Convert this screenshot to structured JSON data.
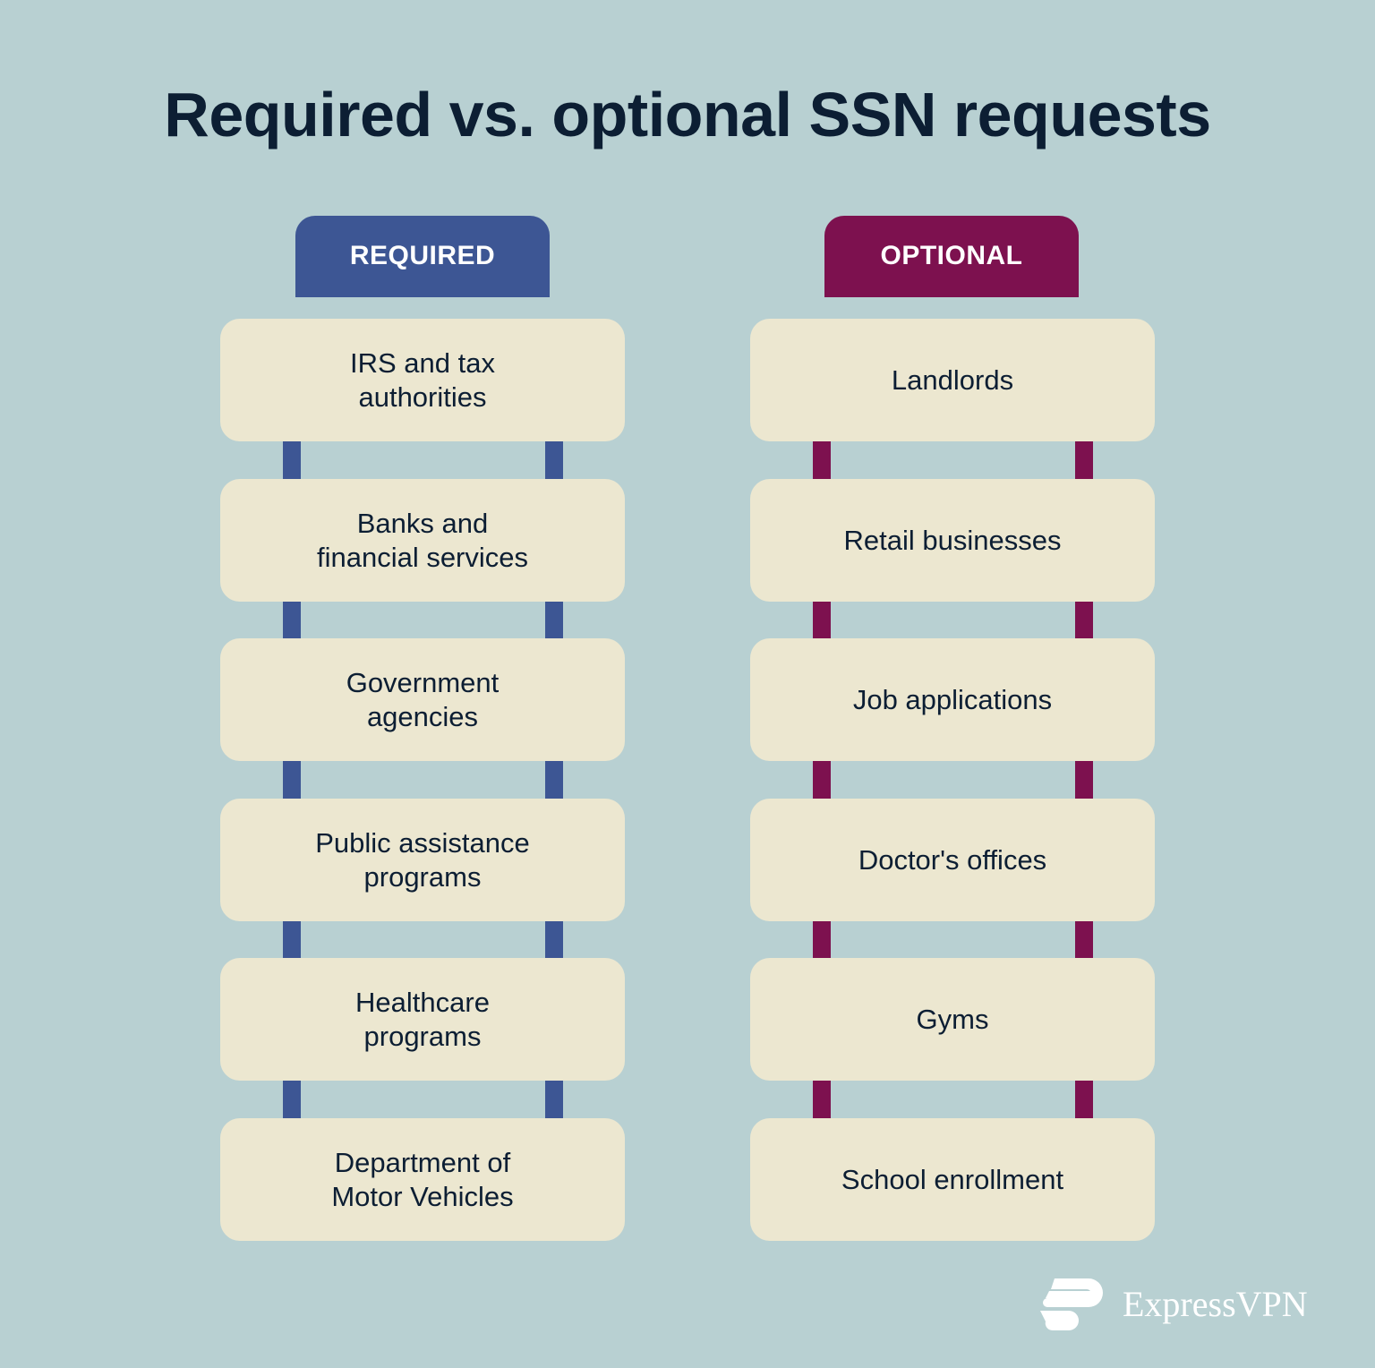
{
  "title": "Required vs. optional SSN requests",
  "columns": {
    "required": {
      "header": "REQUIRED",
      "color": "#3d5694",
      "items": [
        "IRS and tax\nauthorities",
        "Banks and\nfinancial services",
        "Government\nagencies",
        "Public assistance\nprograms",
        "Healthcare\nprograms",
        "Department of\nMotor Vehicles"
      ]
    },
    "optional": {
      "header": "OPTIONAL",
      "color": "#7d114f",
      "items": [
        "Landlords",
        "Retail businesses",
        "Job applications",
        "Doctor's offices",
        "Gyms",
        "School enrollment"
      ]
    }
  },
  "colors": {
    "background": "#b8d0d2",
    "card": "#ece7d0",
    "text": "#0c1e33"
  },
  "brand": {
    "name": "ExpressVPN",
    "icon": "expressvpn-logo-icon"
  }
}
